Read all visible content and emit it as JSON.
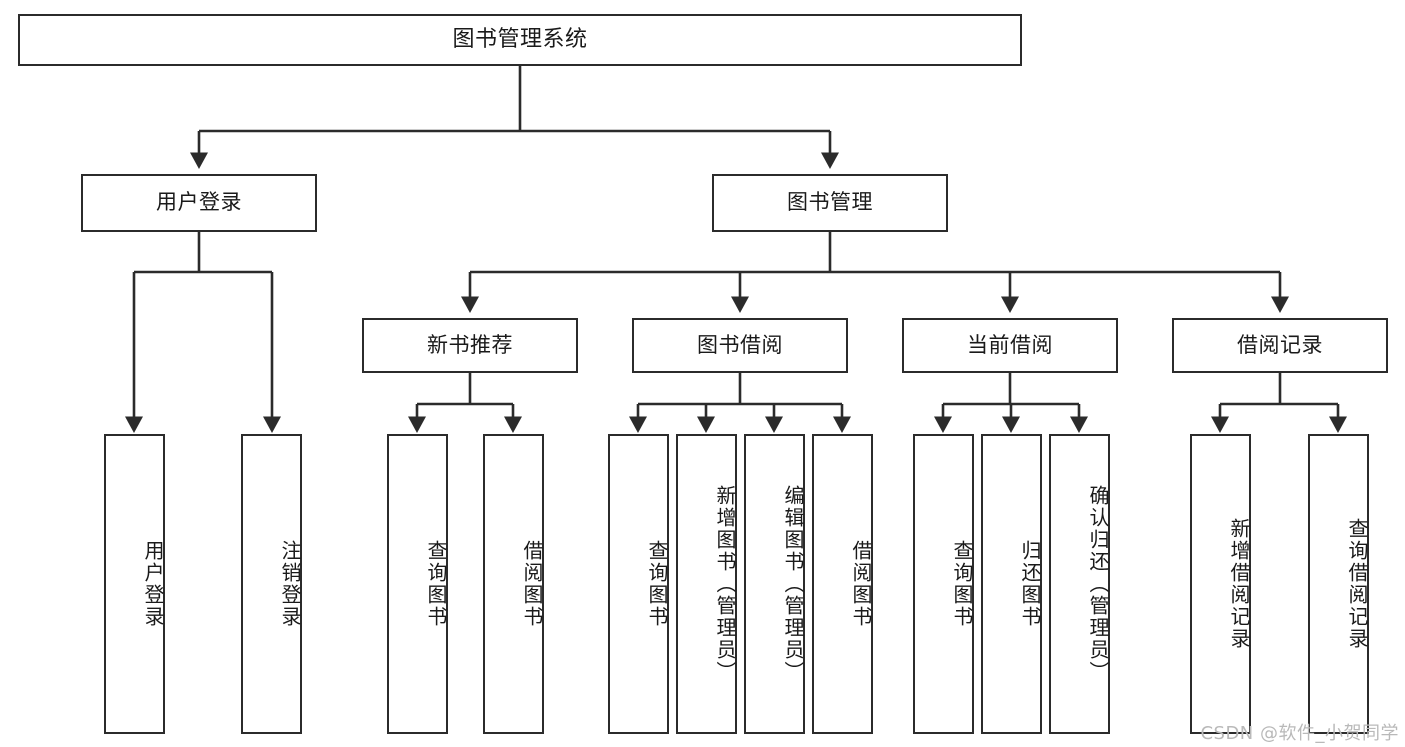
{
  "diagram": {
    "type": "tree-hierarchy-flowchart",
    "title": "图书管理系统",
    "orientation": "top-down",
    "levels": 4,
    "colors": {
      "node_border": "#2b2b2b",
      "node_fill": "#ffffff",
      "edge": "#2b2b2b",
      "text": "#1a1a1a",
      "watermark": "#b9b9b9",
      "background": "#ffffff"
    }
  },
  "root": {
    "id": "root",
    "label": "图书管理系统"
  },
  "level2": [
    {
      "id": "user-login",
      "label": "用户登录"
    },
    {
      "id": "book-management",
      "label": "图书管理"
    }
  ],
  "level3": [
    {
      "id": "new-book-recommend",
      "label": "新书推荐",
      "parent": "book-management"
    },
    {
      "id": "book-borrow",
      "label": "图书借阅",
      "parent": "book-management"
    },
    {
      "id": "current-borrow",
      "label": "当前借阅",
      "parent": "book-management"
    },
    {
      "id": "borrow-record",
      "label": "借阅记录",
      "parent": "book-management"
    }
  ],
  "leaves": [
    {
      "id": "leaf-user-login",
      "label": "用户登录",
      "parent": "user-login"
    },
    {
      "id": "leaf-user-logout",
      "label": "注销登录",
      "parent": "user-login"
    },
    {
      "id": "leaf-query-book-1",
      "label": "查询图书",
      "parent": "new-book-recommend"
    },
    {
      "id": "leaf-borrow-book-1",
      "label": "借阅图书",
      "parent": "new-book-recommend"
    },
    {
      "id": "leaf-query-book-2",
      "label": "查询图书",
      "parent": "book-borrow"
    },
    {
      "id": "leaf-add-book",
      "label": "新增图书（管理员）",
      "parent": "book-borrow"
    },
    {
      "id": "leaf-edit-book",
      "label": "编辑图书（管理员）",
      "parent": "book-borrow"
    },
    {
      "id": "leaf-borrow-book-2",
      "label": "借阅图书",
      "parent": "book-borrow"
    },
    {
      "id": "leaf-query-book-3",
      "label": "查询图书",
      "parent": "current-borrow"
    },
    {
      "id": "leaf-return-book",
      "label": "归还图书",
      "parent": "current-borrow"
    },
    {
      "id": "leaf-confirm-return",
      "label": "确认归还（管理员）",
      "parent": "current-borrow"
    },
    {
      "id": "leaf-add-record",
      "label": "新增借阅记录",
      "parent": "borrow-record"
    },
    {
      "id": "leaf-query-record",
      "label": "查询借阅记录",
      "parent": "borrow-record"
    }
  ],
  "watermark": {
    "text": "CSDN @软件_小贺同学"
  }
}
